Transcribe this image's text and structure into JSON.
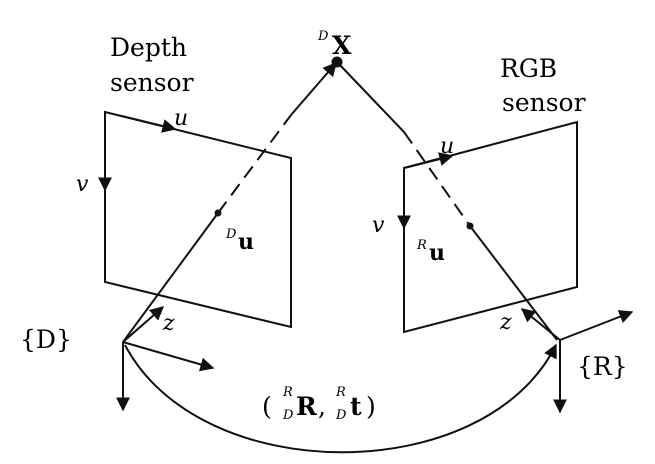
{
  "sensors": {
    "depth": {
      "title_line1": "Depth",
      "title_line2": "sensor",
      "frame_label": "{D}",
      "axis_u": "u",
      "axis_v": "v",
      "axis_z": "z",
      "point_sup": "D",
      "point_main": "u"
    },
    "rgb": {
      "title_line1": "RGB",
      "title_line2": "sensor",
      "frame_label": "{R}",
      "axis_u": "u",
      "axis_v": "v",
      "axis_z": "z",
      "point_sup": "R",
      "point_main": "u"
    }
  },
  "world_point": {
    "sup": "D",
    "main": "X"
  },
  "transform": {
    "open": "(",
    "r_sup": "R",
    "r_sub": "D",
    "r_main": "R",
    "comma": ",",
    "t_sup": "R",
    "t_sub": "D",
    "t_main": "t",
    "close": ")"
  }
}
